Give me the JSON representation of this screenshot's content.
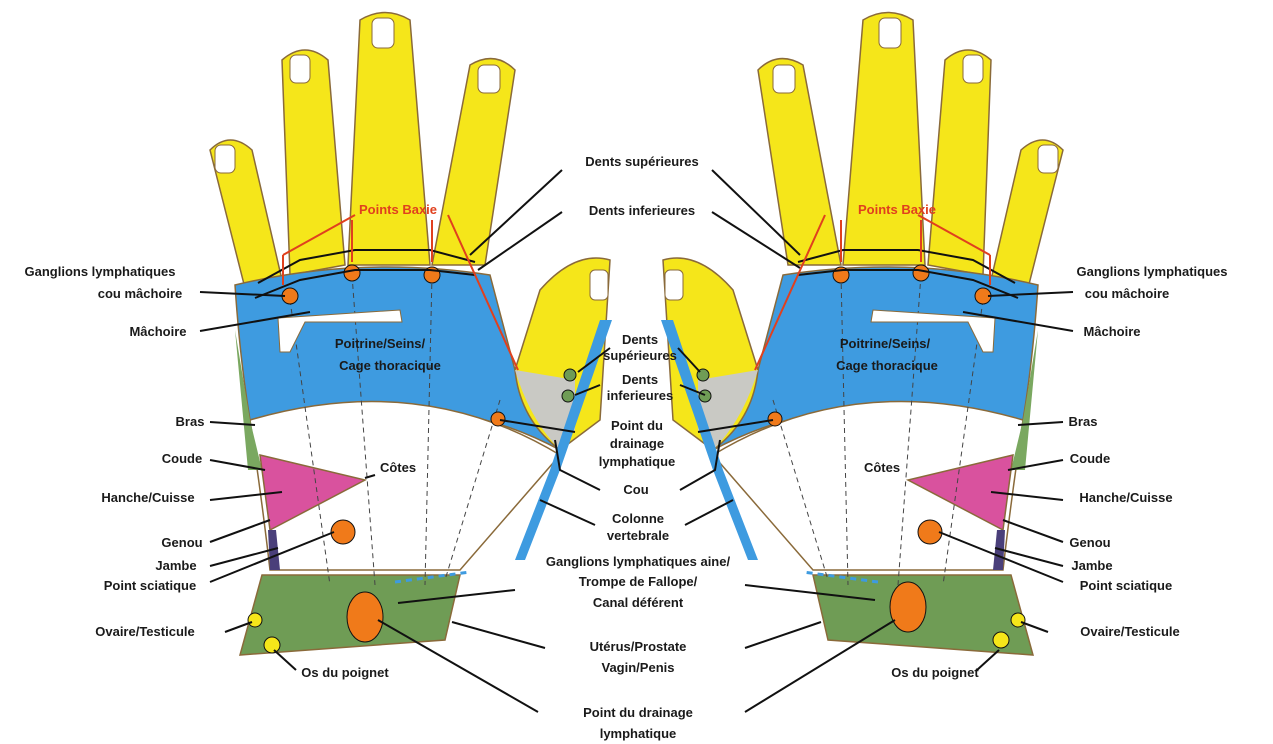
{
  "colors": {
    "fingers": "#f5e61a",
    "chest": "#3e9be0",
    "neck": "#c9c9c4",
    "arm": "#7aa860",
    "hip": "#d9529e",
    "leg": "#4a3f7a",
    "wrist": "#6f9c55",
    "point": "#f07a1a",
    "red": "#e0401e",
    "nail": "#ffffff"
  },
  "labels": {
    "dents_sup": "Dents supérieures",
    "dents_inf": "Dents inferieures",
    "points_baxie": "Points Baxie",
    "ganglions_1": "Ganglions lymphatiques",
    "ganglions_2": "cou mâchoire",
    "machoire": "Mâchoire",
    "poitrine_1": "Poitrine/Seins/",
    "poitrine_2": "Cage thoracique",
    "thumb_dents_sup_1": "Dents",
    "thumb_dents_sup_2": "supérieures",
    "thumb_dents_inf_1": "Dents",
    "thumb_dents_inf_2": "inferieures",
    "drainage_1": "Point du",
    "drainage_2": "drainage",
    "drainage_3": "lymphatique",
    "bras": "Bras",
    "coude": "Coude",
    "cotes": "Côtes",
    "hanche": "Hanche/Cuisse",
    "cou": "Cou",
    "colonne_1": "Colonne",
    "colonne_2": "vertebrale",
    "genou": "Genou",
    "jambe": "Jambe",
    "sciatique": "Point sciatique",
    "aine_1": "Ganglions lymphatiques aine/",
    "aine_2": "Trompe de Fallope/",
    "aine_3": "Canal déférent",
    "ovaire": "Ovaire/Testicule",
    "uterus_1": "Utérus/Prostate",
    "uterus_2": "Vagin/Penis",
    "os": "Os du poignet",
    "bottom_1": "Point du drainage",
    "bottom_2": "lymphatique"
  }
}
